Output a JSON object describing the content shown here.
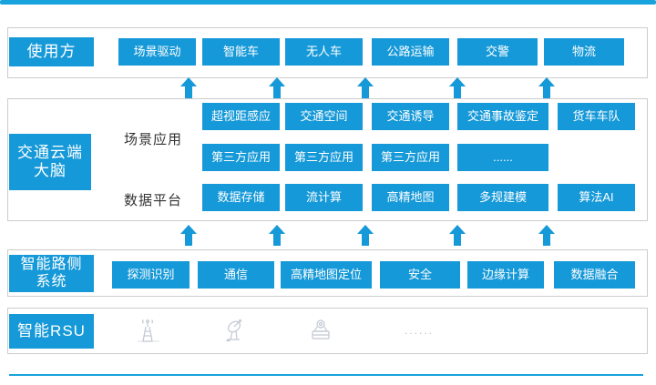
{
  "colors": {
    "primary_blue": "#1699d8",
    "accent_bar_blue": "#18a3dc",
    "frame_border_gray": "#cccccc",
    "icon_gray": "#c2c8d2",
    "group_label_text": "#333333"
  },
  "layers": {
    "user": {
      "label": "使用方",
      "items": [
        "场景驱动",
        "智能车",
        "无人车",
        "公路运输",
        "交警",
        "物流"
      ]
    },
    "cloud": {
      "label_line1": "交通云端",
      "label_line2": "大脑",
      "scene_group_label": "场景应用",
      "data_group_label": "数据平台",
      "scene_row1": [
        "超视距感应",
        "交通空间",
        "交通诱导",
        "交通事故鉴定",
        "货车车队"
      ],
      "scene_row2": [
        "第三方应用",
        "第三方应用",
        "第三方应用",
        "......"
      ],
      "data_row": [
        "数据存储",
        "流计算",
        "高精地图",
        "多规建模",
        "算法AI"
      ]
    },
    "roadside": {
      "label_line1": "智能路侧",
      "label_line2": "系统",
      "items": [
        "探测识别",
        "通信",
        "高精地图定位",
        "安全",
        "边缘计算",
        "数据融合"
      ]
    },
    "rsu": {
      "label": "智能RSU",
      "icons": [
        "signal-tower-icon",
        "satellite-dish-icon",
        "surveillance-camera-icon"
      ],
      "ellipsis": "......"
    }
  }
}
